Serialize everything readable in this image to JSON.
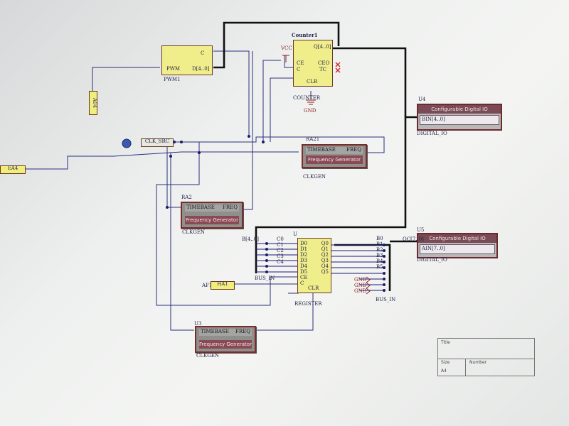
{
  "pwm": {
    "title": "PWM1",
    "pin_c": "C",
    "pin_pwm": "PWM",
    "pin_d": "D[4..0]"
  },
  "counter": {
    "title": "Counter1",
    "vcc": "VCC",
    "q": "Q[4..0]",
    "ce": "CE",
    "c": "C",
    "ceo": "CEO",
    "tc": "TC",
    "clr": "CLR",
    "name": "COUNTER",
    "gnd": "GND"
  },
  "dio4": {
    "ref": "U4",
    "head": "Configurable Digital IO",
    "field": "BIN[4..0]",
    "name": "DIGITAL_IO"
  },
  "dio5": {
    "ref": "U5",
    "head": "Configurable Digital IO",
    "field": "AIN[7..0]",
    "name": "DIGITAL_IO"
  },
  "gen1": {
    "ref": "RA21",
    "timebase": "TIMEBASE",
    "freq": "FREQ",
    "body": "Frequency Generator",
    "name": "CLKGEN"
  },
  "gen2": {
    "ref": "RA2",
    "timebase": "TIMEBASE",
    "freq": "FREQ",
    "body": "Frequency Generator",
    "name": "CLKGEN"
  },
  "gen3": {
    "ref": "U3",
    "timebase": "TIMEBASE",
    "freq": "FREQ",
    "body": "Frequency Generator",
    "name": "CLKGEN"
  },
  "register": {
    "ref": "U",
    "name": "REGISTER",
    "bus_in": "B[4..0]",
    "bus_name": "BUS_IN",
    "d_pins": [
      "D0",
      "D1",
      "D2",
      "D3",
      "D4",
      "D5"
    ],
    "q_pins": [
      "Q0",
      "Q1",
      "Q2",
      "Q3",
      "Q4",
      "Q5"
    ],
    "ce": "CE",
    "c": "C",
    "clr": "CLR",
    "out_bus": "BUS_IN",
    "out_labels": [
      "B0",
      "B1",
      "B2",
      "B3",
      "B4",
      "B5"
    ],
    "in_labels": [
      "C0",
      "C1",
      "C2",
      "C3",
      "C4"
    ],
    "gnd_labels": [
      "GND",
      "GND",
      "GND"
    ],
    "oc": "OC[7..0]"
  },
  "ports": {
    "a04": "A04",
    "clk_src": "CLK_SRC",
    "ea4": "EA4",
    "af1": "AF1",
    "ha1": "HA1"
  },
  "title_block": {
    "title": "Title",
    "size": "Size",
    "number": "Number",
    "size_val": "A4"
  }
}
